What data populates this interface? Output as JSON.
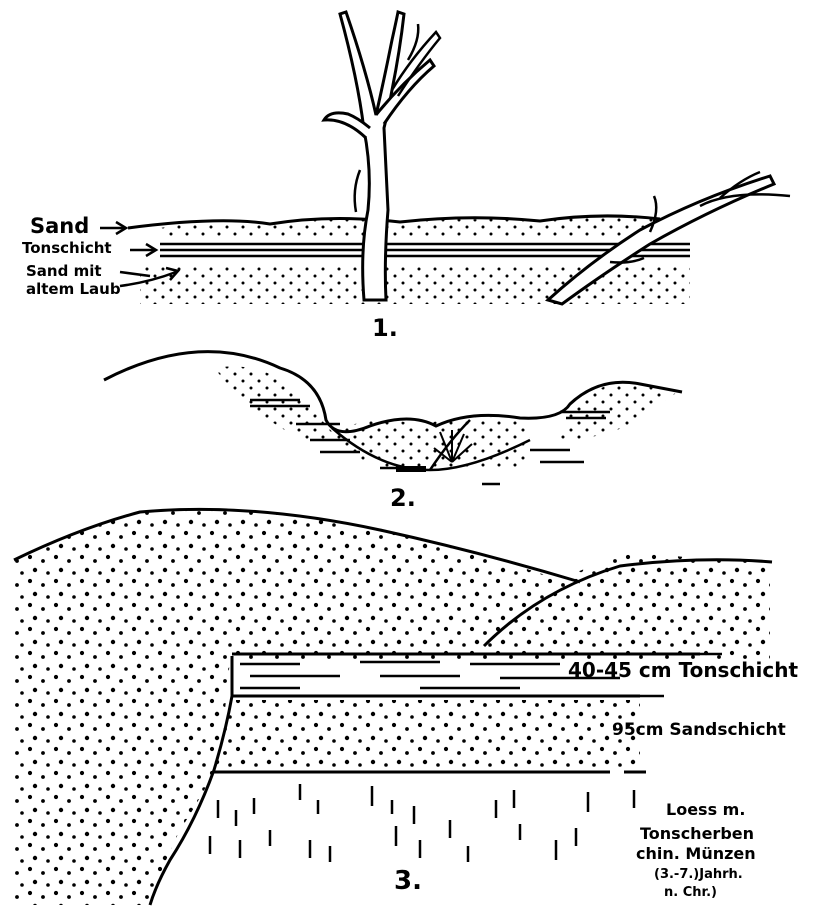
{
  "figure1": {
    "number": "1.",
    "labels": {
      "sand": "Sand",
      "tonschicht": "Tonschicht",
      "sand_mit_line1": "Sand mit",
      "sand_mit_line2": "altem Laub"
    }
  },
  "figure2": {
    "number": "2."
  },
  "figure3": {
    "number": "3.",
    "labels": {
      "tonschicht": "40-45 cm Tonschicht",
      "sandschicht": "95cm Sandschicht",
      "loess_line1": "Loess m.",
      "loess_line2": "Tonscherben",
      "loess_line3": "chin. Münzen",
      "loess_line4": "(3.-7.)Jahrh.",
      "loess_line5": "n. Chr.)"
    }
  },
  "style": {
    "ink": "#000000",
    "paper": "#ffffff"
  }
}
